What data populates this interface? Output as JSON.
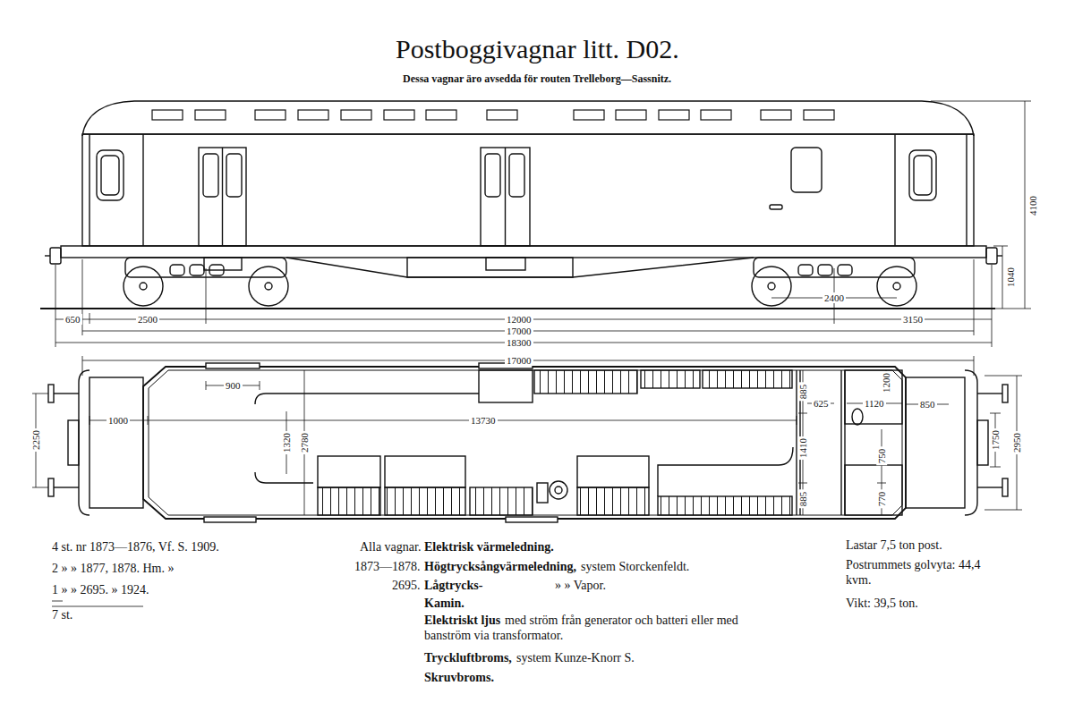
{
  "diagram": {
    "title": "Postboggivagnar litt. D02.",
    "labels": [
      "Dessa vagnar äro avsedda för routen Trelleborg—Sassnitz.",
      "4100",
      "1040",
      "650",
      "2500",
      "12000",
      "3150",
      "17000",
      "18300",
      "2400",
      "17000",
      "900",
      "1000",
      "13730",
      "2250",
      "1320",
      "2780",
      "885",
      "1410",
      "885",
      "625",
      "1200",
      "1120",
      "850",
      "750",
      "770",
      "1750",
      "2950",
      "4 st. nr 1873—1876, Vf. S. 1909.",
      "2 » » 1877, 1878. Hm. »",
      "1 » » 2695. » 1924.",
      "7 st.",
      "Alla vagnar.",
      "Elektrisk värmeledning.",
      "1873—1878.",
      "Högtrycksångvärmeledning,",
      "system Storckenfeldt.",
      "2695.",
      "Lågtrycks-",
      "» » Vapor.",
      "Kamin.",
      "Elektriskt ljus",
      "med ström från generator och batteri eller med banström via transformator.",
      "Tryckluftbroms,",
      "system Kunze-Knorr S.",
      "Skruvbroms.",
      "Lastar 7,5 ton post.",
      "Postrummets golvyta: 44,4 kvm.",
      "Vikt: 39,5 ton."
    ]
  }
}
